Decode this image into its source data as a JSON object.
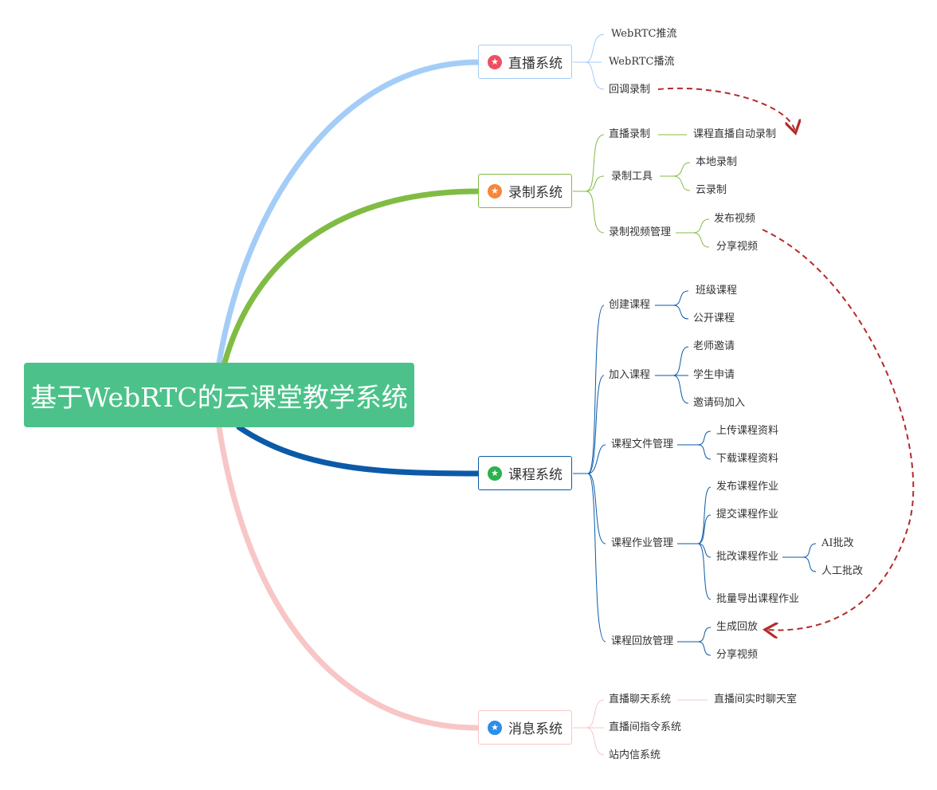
{
  "root": {
    "label": "基于WebRTC的云课堂教学系统",
    "color": "#4cc28a"
  },
  "branches": {
    "live": {
      "label": "直播系统",
      "color": "#a3cdf7",
      "badge_color": "#ef4f63",
      "icon": "star-icon"
    },
    "record": {
      "label": "录制系统",
      "color": "#80bc44",
      "badge_color": "#f6873a",
      "icon": "star-icon"
    },
    "course": {
      "label": "课程系统",
      "color": "#0b5aa8",
      "badge_color": "#2bb24c",
      "icon": "star-icon"
    },
    "msg": {
      "label": "消息系统",
      "color": "#f8c6c6",
      "badge_color": "#2c8ee8",
      "icon": "star-icon"
    }
  },
  "live": {
    "push": "WebRTC推流",
    "play": "WebRTC播流",
    "callback": "回调录制"
  },
  "record": {
    "live_record": "直播录制",
    "auto_record": "课程直播自动录制",
    "tools": "录制工具",
    "local_record": "本地录制",
    "cloud_record": "云录制",
    "video_mgmt": "录制视频管理",
    "publish_video": "发布视频",
    "share_video": "分享视频"
  },
  "course": {
    "create": "创建课程",
    "class_course": "班级课程",
    "public_course": "公开课程",
    "join": "加入课程",
    "teacher_invite": "老师邀请",
    "student_apply": "学生申请",
    "invite_code": "邀请码加入",
    "file_mgmt": "课程文件管理",
    "upload": "上传课程资料",
    "download": "下载课程资料",
    "homework_mgmt": "课程作业管理",
    "publish_hw": "发布课程作业",
    "submit_hw": "提交课程作业",
    "grade_hw": "批改课程作业",
    "ai_grade": "AI批改",
    "manual_grade": "人工批改",
    "export_hw": "批量导出课程作业",
    "replay_mgmt": "课程回放管理",
    "gen_replay": "生成回放",
    "share_video": "分享视频"
  },
  "msg": {
    "chat": "直播聊天系统",
    "chatroom": "直播间实时聊天室",
    "command": "直播间指令系统",
    "inbox": "站内信系统"
  },
  "relationship_color": "#b52a2a"
}
